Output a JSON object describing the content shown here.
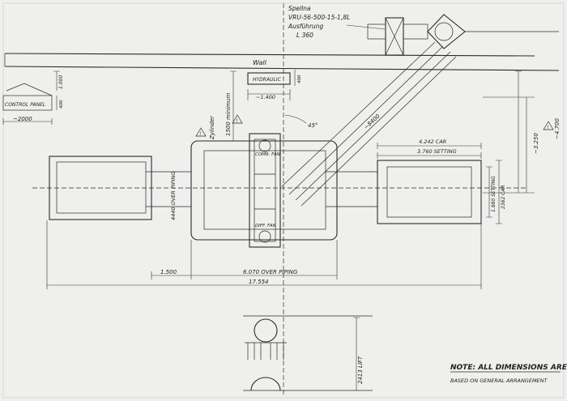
{
  "drawing": {
    "spec": {
      "line1": "Spellna",
      "line2": "VRU-56-500-15-1,8L",
      "line3": "Ausführung",
      "line4": "L 360"
    },
    "wall_label": "Wall",
    "control_panel_label": "CONTROL PANEL",
    "dim_control_panel_width": "~2000",
    "dim_control_panel_height": "1.000",
    "dim_control_panel_base": "400",
    "hydraulic_label": "HYDRAULIC",
    "dim_hydraulic_width": "~1.400",
    "dim_hydraulic_height": "400",
    "cylinder_label": "Zylinder",
    "dim_cylinder_clearance": "1500 minimum",
    "angle_label": "45°",
    "dim_diagonal": "~8400",
    "car_label": "4.242 CAR",
    "setting_label": "3.760 SETTING",
    "dim_setting_height": "1.880 SETTING",
    "dim_car_height": "2362 CAR",
    "dim_right_short": "~3.250",
    "dim_right_total": "~4.700",
    "over_piping_vertical": "4440 OVER PIPING",
    "comb_fan_label": "COMB. FAN",
    "diff_fan_label": "DIFF. FAN",
    "dim_left_gap": "1.500",
    "dim_over_piping": "6.070 OVER PIPING",
    "dim_total_length": "17.554",
    "dim_lift": "2413 LIFT",
    "note_title": "NOTE: ALL DIMENSIONS ARE",
    "note_subtitle": "BASED ON GENERAL ARRANGEMENT",
    "warning_symbol": "!"
  }
}
